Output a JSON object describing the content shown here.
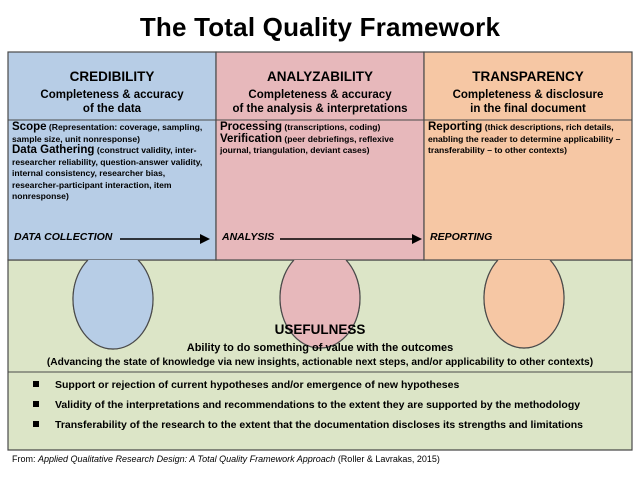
{
  "title": "The Total Quality Framework",
  "colors": {
    "credibility": "#b7cde6",
    "analyzability": "#e7b8bb",
    "transparency": "#f6c7a4",
    "usefulness": "#dce5c7",
    "border": "#4a4a4a"
  },
  "credibility": {
    "title": "CREDIBILITY",
    "subtitle_line1": "Completeness & accuracy",
    "subtitle_line2": "of the data",
    "scope_label": "Scope",
    "scope_text": "(Representation: coverage, sampling, sample size, unit nonresponse)",
    "gathering_label": "Data Gathering",
    "gathering_text": "(construct validity, inter-researcher reliability, question-answer validity, internal consistency, researcher bias, researcher-participant interaction, item nonresponse)",
    "stage": "DATA COLLECTION"
  },
  "analyzability": {
    "title": "ANALYZABILITY",
    "subtitle_line1": "Completeness & accuracy",
    "subtitle_line2": "of the analysis & interpretations",
    "processing_label": "Processing",
    "processing_text": "(transcriptions, coding)",
    "verification_label": "Verification",
    "verification_text": "(peer debriefings, reflexive journal, triangulation, deviant cases)",
    "stage": "ANALYSIS"
  },
  "transparency": {
    "title": "TRANSPARENCY",
    "subtitle_line1": "Completeness & disclosure",
    "subtitle_line2": "in the final document",
    "reporting_label": "Reporting",
    "reporting_text": "(thick descriptions, rich details, enabling the reader to determine applicability – transferability – to other contexts)",
    "stage": "REPORTING"
  },
  "usefulness": {
    "title": "USEFULNESS",
    "line1": "Ability to do something of value with the outcomes",
    "line2": "(Advancing the state of knowledge via new insights, actionable next steps, and/or applicability to other contexts)",
    "bullets": [
      "Support or rejection of current hypotheses and/or emergence of new hypotheses",
      "Validity of the interpretations and recommendations to the extent they are supported by the methodology",
      "Transferability of the research to the extent that the documentation discloses its strengths and limitations"
    ]
  },
  "footer": {
    "prefix": "From: ",
    "book": "Applied Qualitative Research Design: A Total Quality Framework Approach",
    "suffix": " (Roller & Lavrakas, 2015)"
  }
}
